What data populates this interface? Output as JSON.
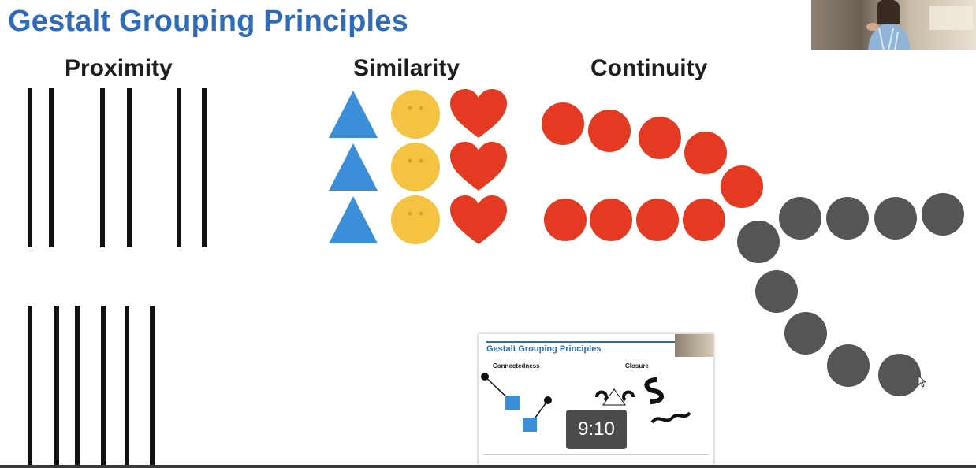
{
  "slide": {
    "title": "Gestalt Grouping Principles",
    "sections": {
      "proximity": "Proximity",
      "similarity": "Similarity",
      "continuity": "Continuity"
    }
  },
  "colors": {
    "title_blue": "#2e6bb8",
    "triangle_blue": "#3b8fd8",
    "face_yellow": "#f4c342",
    "heart_red": "#e53a22",
    "circle_red": "#e53a22",
    "circle_gray": "#555555"
  },
  "icons": {
    "triangle": "triangle-icon",
    "face": "smiley-face-icon",
    "heart": "heart-icon",
    "cursor": "cursor-arrow-icon"
  },
  "video": {
    "timestamp": "9:10",
    "preview": {
      "title": "Gestalt Grouping Principles",
      "labels": [
        "Connectedness",
        "Closure"
      ]
    }
  }
}
